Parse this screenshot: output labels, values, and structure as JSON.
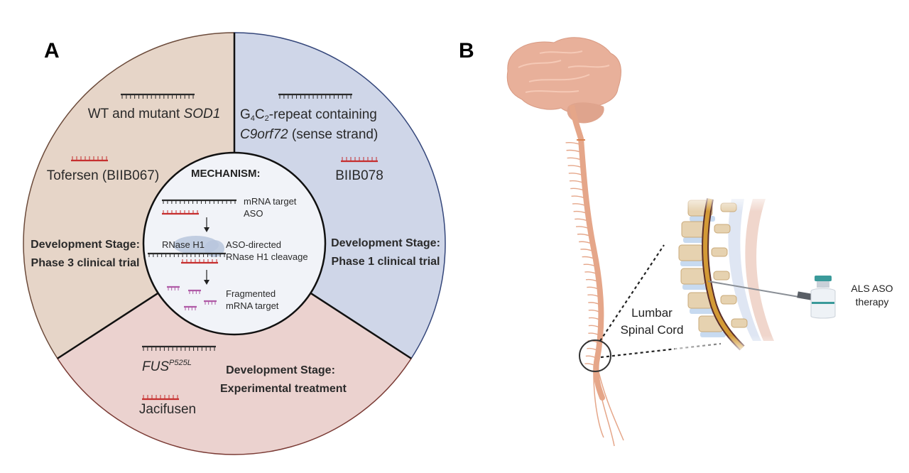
{
  "panels": {
    "a": {
      "letter": "A",
      "colors": {
        "sector_sod1": "#e6d5c8",
        "sector_c9orf72": "#cfd6e8",
        "sector_fus": "#ebd2cf",
        "center": "#f1f3f8",
        "aso": "#c62f2f",
        "mrna": "#2a2a2a",
        "fragment": "#b05aa6",
        "rnase": "#b9c6dd"
      },
      "sectors": [
        {
          "id": "sod1",
          "target_prefix": "WT and mutant ",
          "target_italic": "SOD1",
          "drug": "Tofersen (BIIB067)",
          "stage_label": "Development Stage:",
          "stage_value": "Phase 3 clinical trial"
        },
        {
          "id": "c9orf72",
          "target_line1_pre": "G",
          "target_line1_sub1": "4",
          "target_line1_mid": "C",
          "target_line1_sub2": "2",
          "target_line1_post": "-repeat containing",
          "target_line2_italic": "C9orf72",
          "target_line2_post": " (sense strand)",
          "drug": "BIIB078",
          "stage_label": "Development Stage:",
          "stage_value": "Phase 1 clinical trial"
        },
        {
          "id": "fus",
          "target_italic": "FUS",
          "target_sup": "P525L",
          "drug": "Jacifusen",
          "stage_label": "Development Stage:",
          "stage_value": "Experimental treatment"
        }
      ],
      "mechanism": {
        "title": "MECHANISM:",
        "mrna_label": "mRNA target",
        "aso_label": "ASO",
        "enzyme_label": "RNase H1",
        "cleavage_line1": "ASO-directed",
        "cleavage_line2": "RNase H1 cleavage",
        "fragment_line1": "Fragmented",
        "fragment_line2": "mRNA target"
      }
    },
    "b": {
      "letter": "B",
      "inset_label_line1": "Lumbar",
      "inset_label_line2": "Spinal Cord",
      "vial_label_line1": "ALS ASO",
      "vial_label_line2": "therapy",
      "colors": {
        "brain": "#e8b09a",
        "nerve": "#e5a689",
        "bone": "#e6d2b0",
        "disc": "#c7daf0",
        "cord": "#c88a2a",
        "vial_cap": "#3a9a9a"
      }
    }
  }
}
